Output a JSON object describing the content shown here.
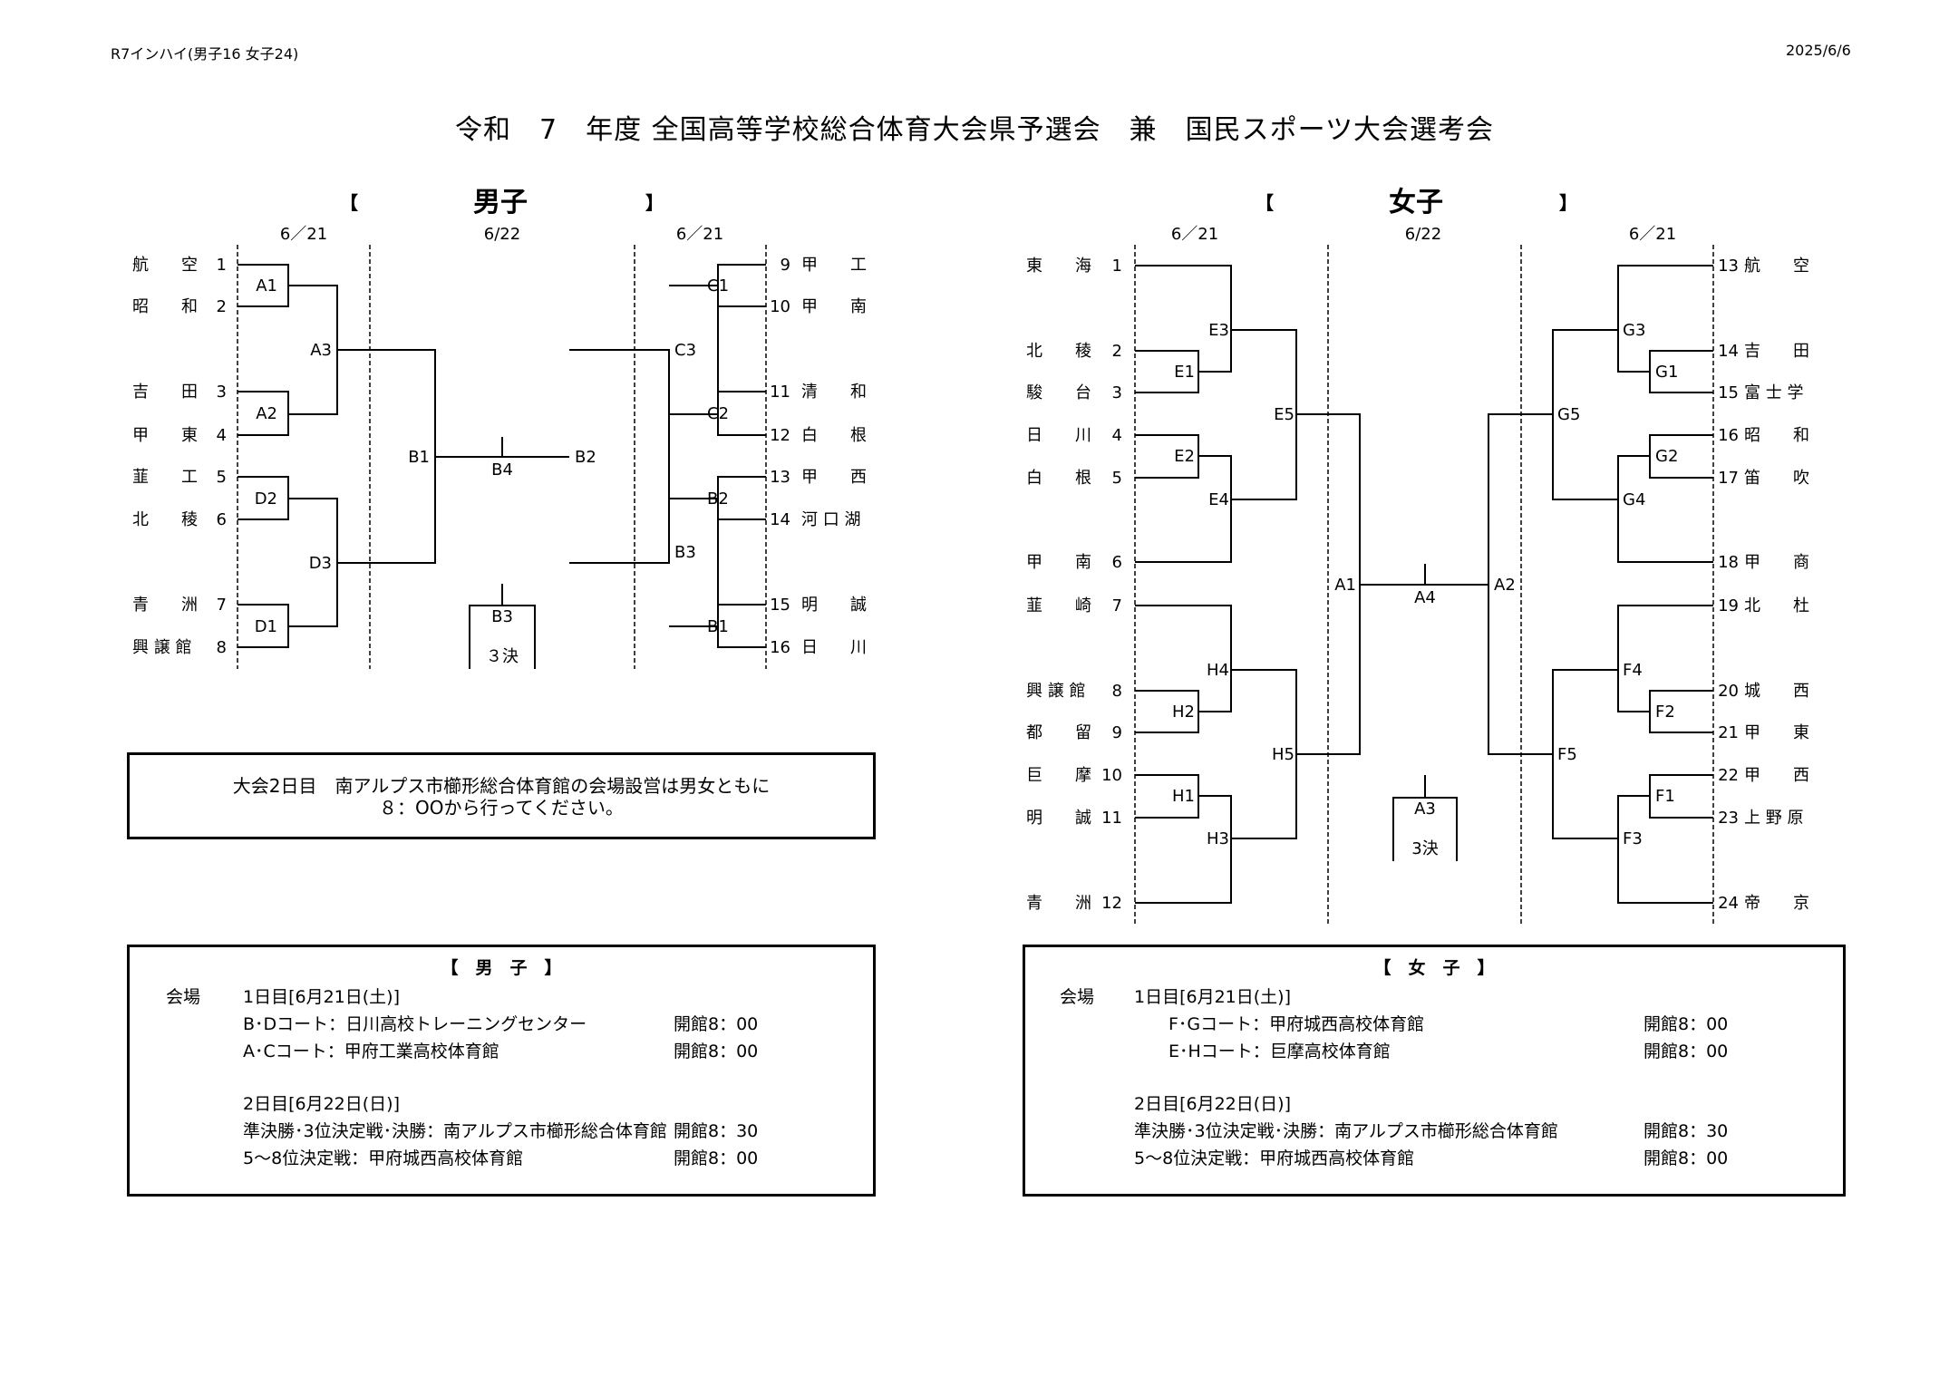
{
  "header": {
    "left": "R7インハイ(男子16 女子24)",
    "right": "2025/6/6"
  },
  "title": "令和　7　年度 全国高等学校総合体育大会県予選会　兼　国民スポーツ大会選考会",
  "men": {
    "section_label": "男子",
    "dates": [
      "6／21",
      "6/22",
      "6／21"
    ],
    "left_teams": [
      {
        "name": "航　　空",
        "num": "1"
      },
      {
        "name": "昭　　和",
        "num": "2"
      },
      {
        "name": "吉　　田",
        "num": "3"
      },
      {
        "name": "甲　　東",
        "num": "4"
      },
      {
        "name": "韮　　工",
        "num": "5"
      },
      {
        "name": "北　　稜",
        "num": "6"
      },
      {
        "name": "青　　洲",
        "num": "7"
      },
      {
        "name": "興 譲 館",
        "num": "8"
      }
    ],
    "right_teams": [
      {
        "num": "9",
        "name": "甲　　工"
      },
      {
        "num": "10",
        "name": "甲　　南"
      },
      {
        "num": "11",
        "name": "清　　和"
      },
      {
        "num": "12",
        "name": "白　　根"
      },
      {
        "num": "13",
        "name": "甲　　西"
      },
      {
        "num": "14",
        "name": "河 口 湖"
      },
      {
        "num": "15",
        "name": "明　　誠"
      },
      {
        "num": "16",
        "name": "日　　川"
      }
    ],
    "match_labels": {
      "A1": "A1",
      "A2": "A2",
      "A3": "A3",
      "D2": "D2",
      "D1": "D1",
      "D3": "D3",
      "B1": "B1",
      "B4": "B4",
      "B2": "B2",
      "C1": "C1",
      "C2": "C2",
      "C3": "C3",
      "B2r": "B2",
      "B1r": "B1",
      "B3r": "B3",
      "B3": "B3",
      "third": "３決"
    }
  },
  "women": {
    "section_label": "女子",
    "dates": [
      "6／21",
      "6/22",
      "6／21"
    ],
    "left_teams": [
      {
        "name": "東　　海",
        "num": "1"
      },
      {
        "name": "北　　稜",
        "num": "2"
      },
      {
        "name": "駿　　台",
        "num": "3"
      },
      {
        "name": "日　　川",
        "num": "4"
      },
      {
        "name": "白　　根",
        "num": "5"
      },
      {
        "name": "甲　　南",
        "num": "6"
      },
      {
        "name": "韮　　崎",
        "num": "7"
      },
      {
        "name": "興 譲 館",
        "num": "8"
      },
      {
        "name": "都　　留",
        "num": "9"
      },
      {
        "name": "巨　　摩",
        "num": "10"
      },
      {
        "name": "明　　誠",
        "num": "11"
      },
      {
        "name": "青　　洲",
        "num": "12"
      }
    ],
    "right_teams": [
      {
        "num": "13",
        "name": "航　　空"
      },
      {
        "num": "14",
        "name": "吉　　田"
      },
      {
        "num": "15",
        "name": "富 士 学"
      },
      {
        "num": "16",
        "name": "昭　　和"
      },
      {
        "num": "17",
        "name": "笛　　吹"
      },
      {
        "num": "18",
        "name": "甲　　商"
      },
      {
        "num": "19",
        "name": "北　　杜"
      },
      {
        "num": "20",
        "name": "城　　西"
      },
      {
        "num": "21",
        "name": "甲　　東"
      },
      {
        "num": "22",
        "name": "甲　　西"
      },
      {
        "num": "23",
        "name": "上 野 原"
      },
      {
        "num": "24",
        "name": "帝　　京"
      }
    ],
    "match_labels": {
      "E3": "E3",
      "E1": "E1",
      "E5": "E5",
      "E2": "E2",
      "E4": "E4",
      "H4": "H4",
      "H2": "H2",
      "H5": "H5",
      "H1": "H1",
      "H3": "H3",
      "A1": "A1",
      "A4": "A4",
      "A2": "A2",
      "A3": "A3",
      "third": "3決",
      "G3": "G3",
      "G1": "G1",
      "G5": "G5",
      "G2": "G2",
      "G4": "G4",
      "F4": "F4",
      "F2": "F2",
      "F5": "F5",
      "F1": "F1",
      "F3": "F3"
    }
  },
  "notice": {
    "line1": "大会2日目　南アルプス市櫛形総合体育館の会場設営は男女ともに",
    "line2": "８：OOから行ってください。"
  },
  "men_info": {
    "title": "【　男　子　】",
    "venue_label": "会場",
    "day1": "1日目[6月21日(土)]",
    "d1_rows": [
      {
        "court": "B･Dコート：日川高校トレーニングセンター",
        "open": "開館8：00"
      },
      {
        "court": "A･Cコート：甲府工業高校体育館",
        "open": "開館8：00"
      }
    ],
    "day2": "2日目[6月22日(日)]",
    "d2_rows": [
      {
        "court": "準決勝･3位決定戦･決勝：南アルプス市櫛形総合体育館",
        "open": "開館8：30"
      },
      {
        "court": "5～8位決定戦：甲府城西高校体育館",
        "open": "開館8：00"
      }
    ]
  },
  "women_info": {
    "title": "【　女　子　】",
    "venue_label": "会場",
    "day1": "1日目[6月21日(土)]",
    "d1_rows": [
      {
        "court": "F･Gコート：甲府城西高校体育館",
        "open": "開館8：00"
      },
      {
        "court": "E･Hコート：巨摩高校体育館",
        "open": "開館8：00"
      }
    ],
    "day2": "2日目[6月22日(日)]",
    "d2_rows": [
      {
        "court": "準決勝･3位決定戦･決勝：南アルプス市櫛形総合体育館",
        "open": "開館8：30"
      },
      {
        "court": "5～8位決定戦：甲府城西高校体育館",
        "open": "開館8：00"
      }
    ]
  }
}
